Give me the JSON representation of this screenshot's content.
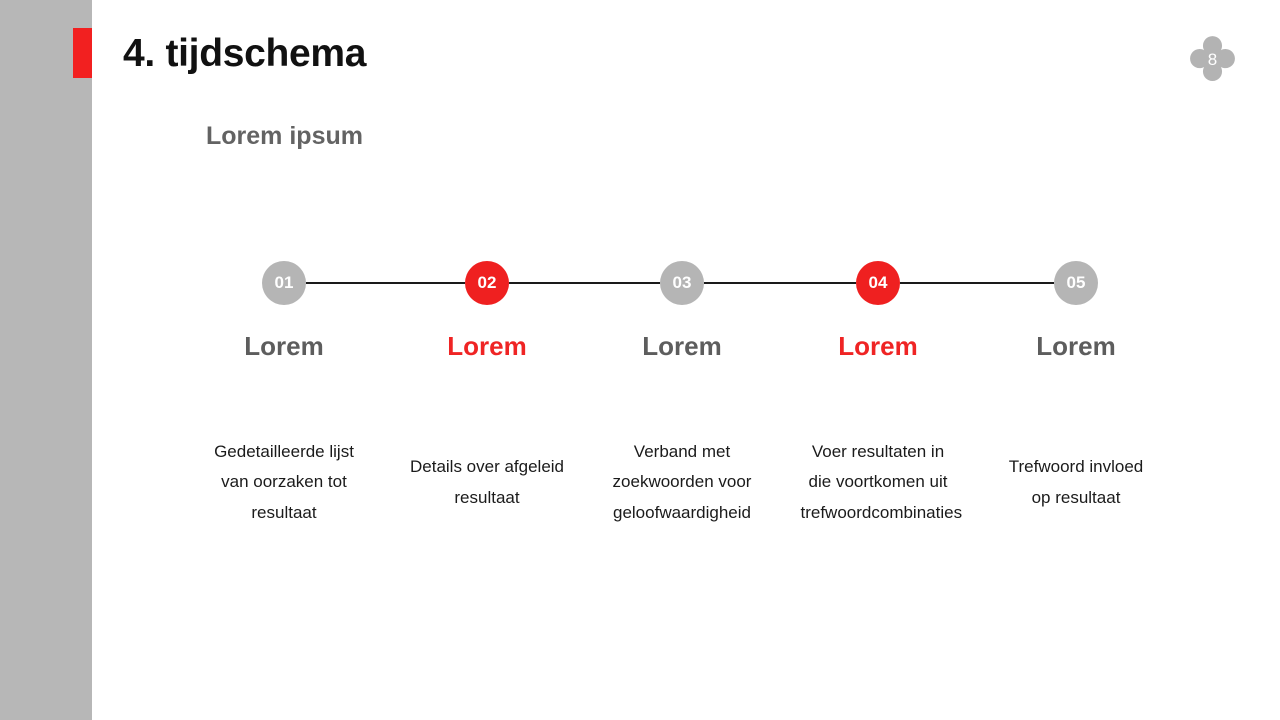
{
  "slide": {
    "title": "4. tijdschema",
    "subtitle": "Lorem ipsum",
    "page_number": "8",
    "accent_color": "#f22020",
    "gray_color": "#b7b7b7",
    "heading_gray": "#5d5d5d",
    "body_color": "#1b1b1b"
  },
  "timeline": {
    "nodes": [
      {
        "number": "01",
        "color": "gray",
        "heading": "Lorem",
        "heading_color": "gray",
        "body": "Gedetailleerde lijst van oorzaken tot resultaat"
      },
      {
        "number": "02",
        "color": "red",
        "heading": "Lorem",
        "heading_color": "red",
        "body": "Details over afgeleid resultaat"
      },
      {
        "number": "03",
        "color": "gray",
        "heading": "Lorem",
        "heading_color": "gray",
        "body": "Verband met zoekwoorden voor geloofwaardigheid"
      },
      {
        "number": "04",
        "color": "red",
        "heading": "Lorem",
        "heading_color": "red",
        "body": "Voer resultaten in die voortkomen uit trefwoordcombinaties"
      },
      {
        "number": "05",
        "color": "gray",
        "heading": "Lorem",
        "heading_color": "gray",
        "body": "Trefwoord invloed op resultaat"
      }
    ]
  }
}
